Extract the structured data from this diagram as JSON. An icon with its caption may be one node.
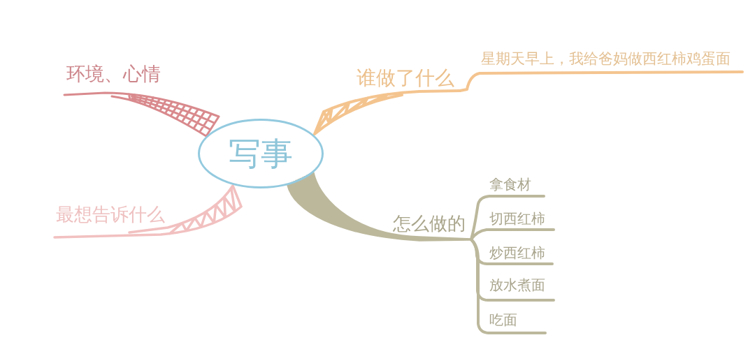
{
  "diagram": {
    "nodes": [
      {
        "text": [
          "写事"
        ]
      },
      {
        "text": [
          "环境、心情"
        ]
      },
      {
        "text": [
          "谁做了什么"
        ]
      },
      {
        "text": [
          "星期天早上，我给爸妈做西红柿鸡蛋面"
        ]
      },
      {
        "text": [
          "最想告诉什么"
        ]
      },
      {
        "text": [
          "怎么做的"
        ]
      },
      {
        "text": [
          "拿食材"
        ]
      },
      {
        "text": [
          "切西红柿"
        ]
      },
      {
        "text": [
          "炒西红柿"
        ]
      },
      {
        "text": [
          "放水煮面"
        ]
      },
      {
        "text": [
          "吃面"
        ]
      }
    ],
    "edges": [
      {
        "from": 0,
        "to": 1,
        "arrow": "none",
        "color": "#d98a8d"
      },
      {
        "from": 0,
        "to": 2,
        "arrow": "none",
        "color": "#f4c48f"
      },
      {
        "from": 2,
        "to": 3,
        "arrow": "none",
        "color": "#f4c48f"
      },
      {
        "from": 0,
        "to": 4,
        "arrow": "none",
        "color": "#f2c0c0"
      },
      {
        "from": 0,
        "to": 5,
        "arrow": "none"
      },
      {
        "from": 5,
        "to": 6,
        "arrow": "none"
      },
      {
        "from": 5,
        "to": 7,
        "arrow": "none"
      },
      {
        "from": 5,
        "to": 8,
        "arrow": "none"
      },
      {
        "from": 5,
        "to": 9,
        "arrow": "none"
      },
      {
        "from": 5,
        "to": 10,
        "arrow": "none"
      }
    ]
  }
}
